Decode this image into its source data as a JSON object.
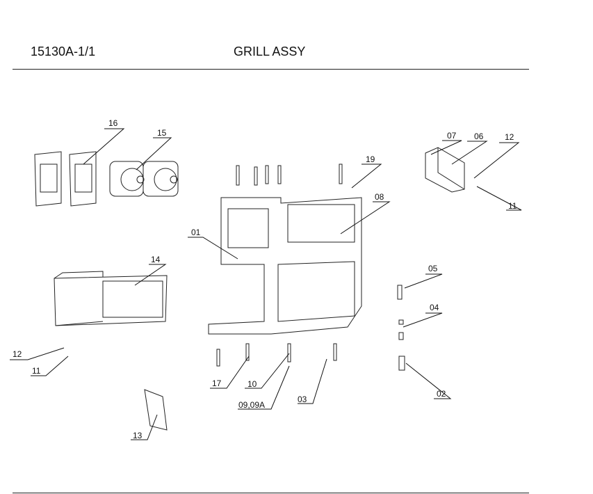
{
  "header": {
    "part_number": "15130A-1/1",
    "title": "GRILL ASSY"
  },
  "callouts": [
    "01",
    "02",
    "03",
    "04",
    "05",
    "06",
    "07",
    "08",
    "09,09A",
    "10",
    "11",
    "12",
    "13",
    "14",
    "15",
    "16",
    "17",
    "19",
    "11",
    "12"
  ]
}
